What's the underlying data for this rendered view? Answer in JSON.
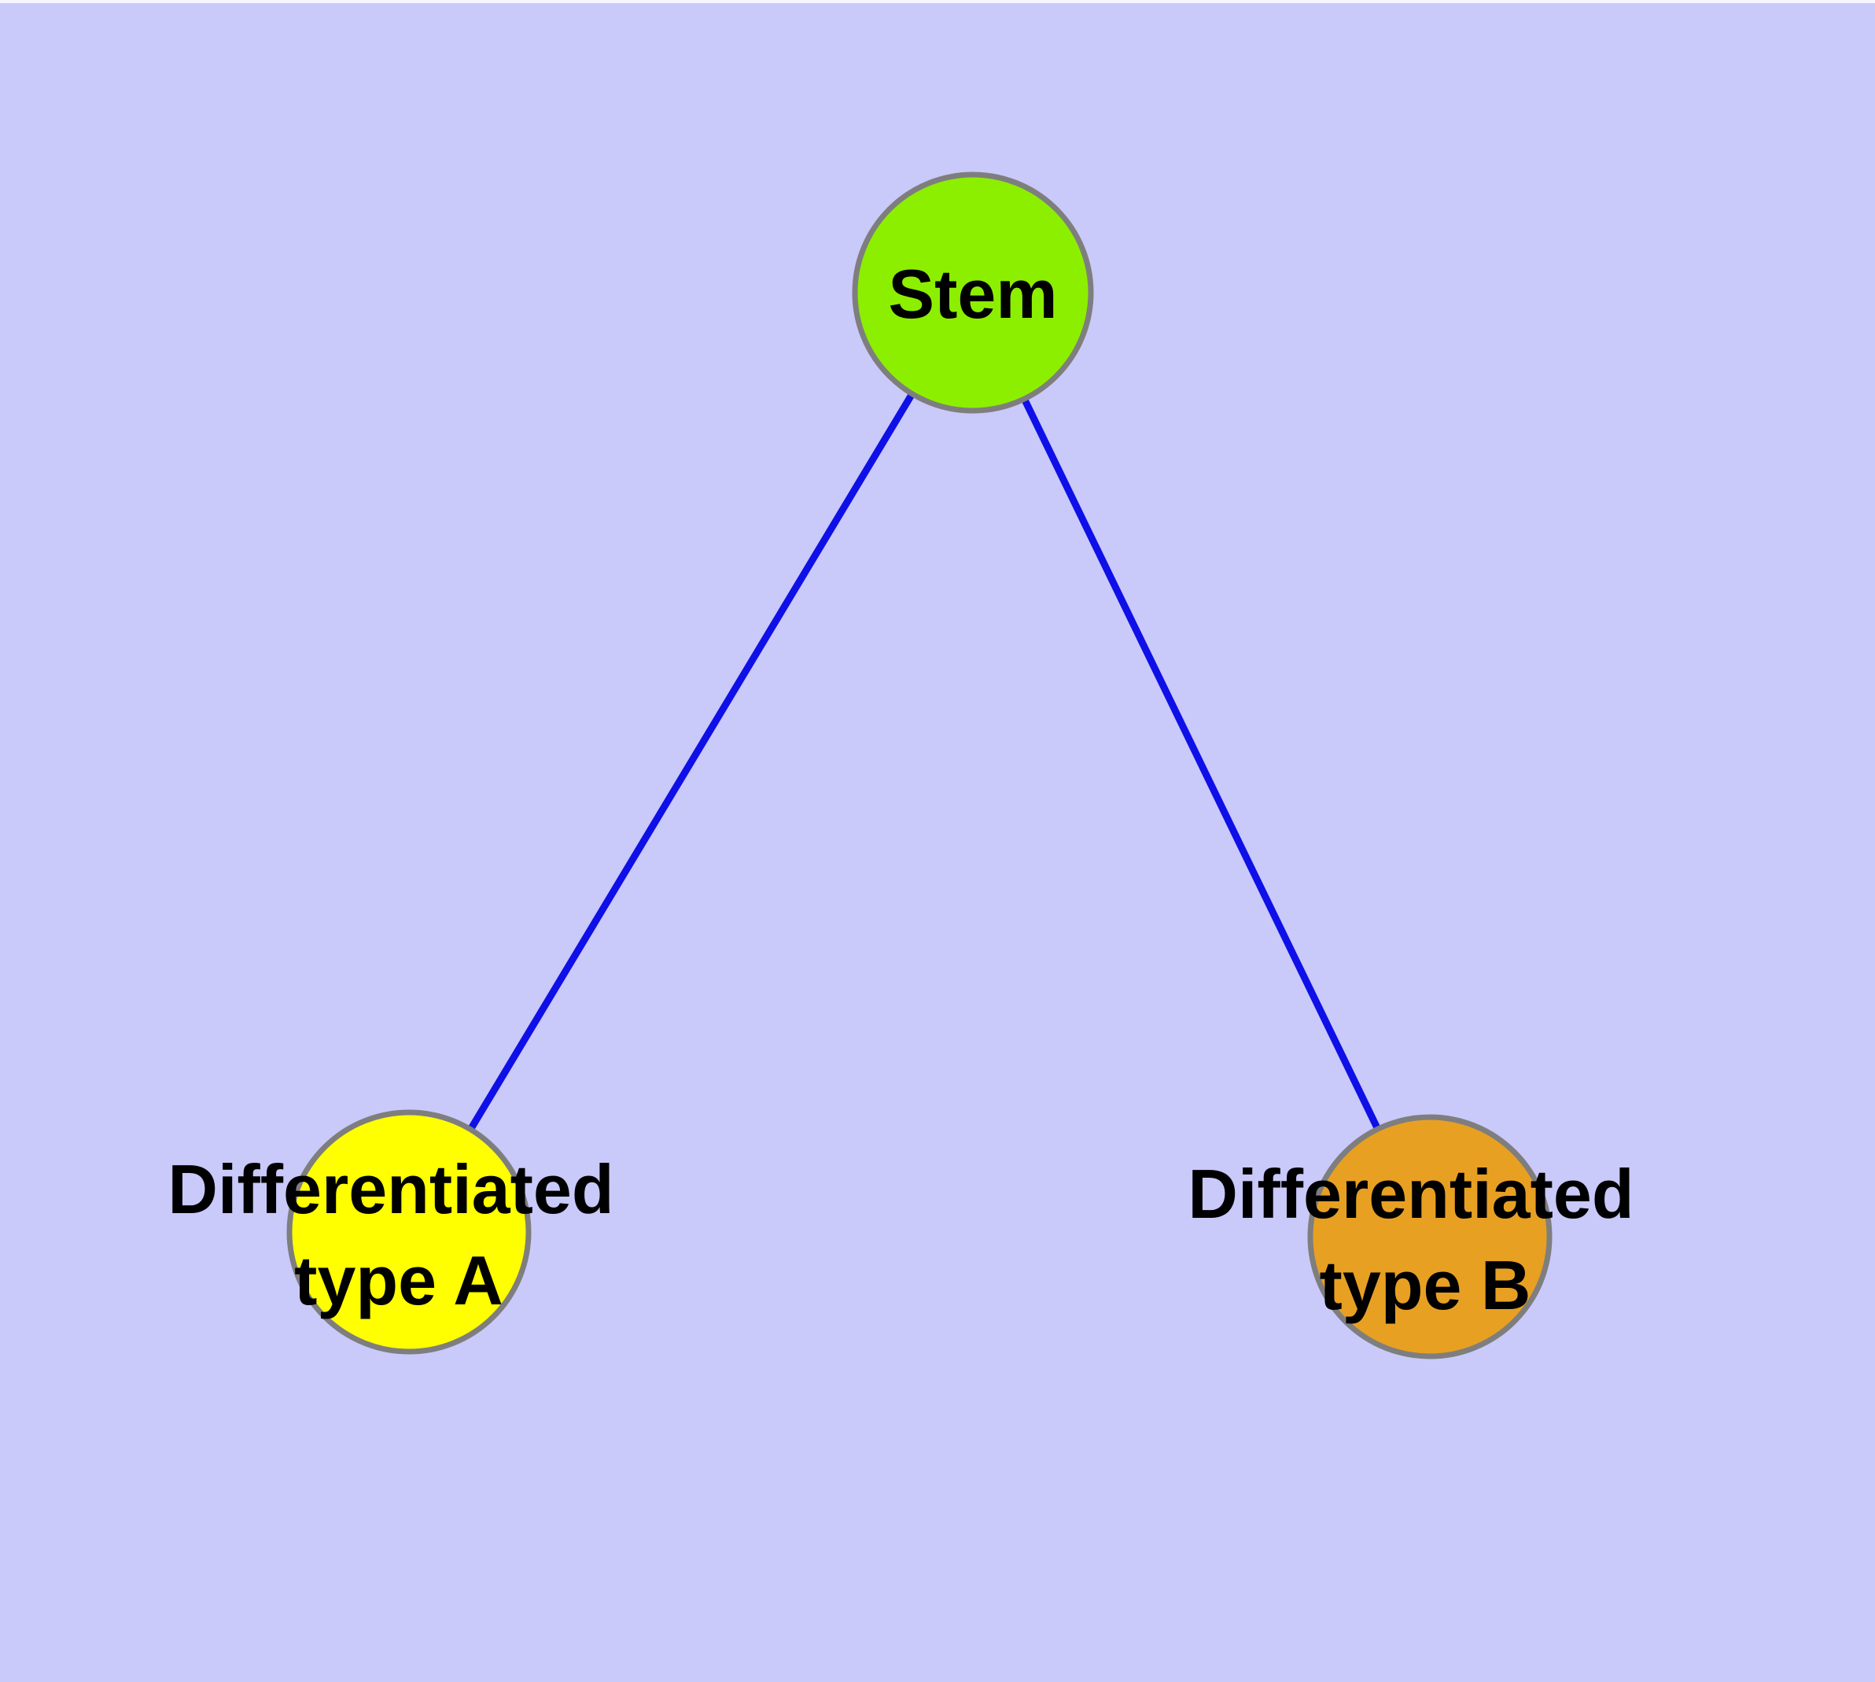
{
  "diagram": {
    "type": "node-link-tree",
    "description": "Stem cell differentiation tree with one root node and two child nodes"
  },
  "colors": {
    "background": "#C9C9FA",
    "top_edge_strip": "#F6F6FE",
    "edge": "#0F0FE8",
    "node_border": "#7E7E7E",
    "stem_node_fill": "#8CEF00",
    "type_a_node_fill": "#FFFF00",
    "type_b_node_fill": "#E8A023",
    "label_text": "#000000"
  },
  "nodes": {
    "stem": {
      "label": "Stem"
    },
    "type_a": {
      "label_line1": "Differentiated",
      "label_line2": "type A"
    },
    "type_b": {
      "label_line1": "Differentiated",
      "label_line2": "type B"
    }
  },
  "edges": [
    {
      "from": "Stem",
      "to": "Differentiated type A"
    },
    {
      "from": "Stem",
      "to": "Differentiated type B"
    }
  ]
}
